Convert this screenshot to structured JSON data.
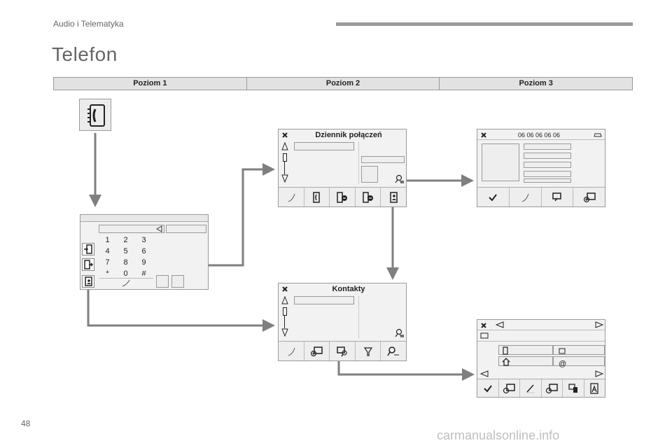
{
  "header": {
    "section": "Audio i Telematyka"
  },
  "page": {
    "title": "Telefon",
    "number": "48"
  },
  "levels": [
    "Poziom 1",
    "Poziom 2",
    "Poziom 3"
  ],
  "call_log": {
    "title": "Dziennik połączeń"
  },
  "contacts": {
    "title": "Kontakty"
  },
  "contact_detail": {
    "number": "06 06 06 06 06"
  },
  "keypad": {
    "keys": [
      "1",
      "2",
      "3",
      "4",
      "5",
      "6",
      "7",
      "8",
      "9",
      "*",
      "0",
      "#"
    ]
  },
  "email_field": {
    "label": "@"
  },
  "watermark": "carmanualsonline.info",
  "colors": {
    "arrow": "#7f7f7f",
    "screen_bg": "#f2f2f2",
    "border": "#9a9a9a",
    "header_bg": "#e2e2e2"
  },
  "icons": [
    "phone-book-icon",
    "close-icon",
    "up-arrow-icon",
    "down-arrow-icon",
    "handset-icon",
    "phone-icon",
    "call-forward-icon",
    "contact-card-icon",
    "check-icon",
    "add-contact-icon",
    "search-icon",
    "edit-icon",
    "delete-icon",
    "home-icon",
    "mobile-icon",
    "email-icon"
  ]
}
